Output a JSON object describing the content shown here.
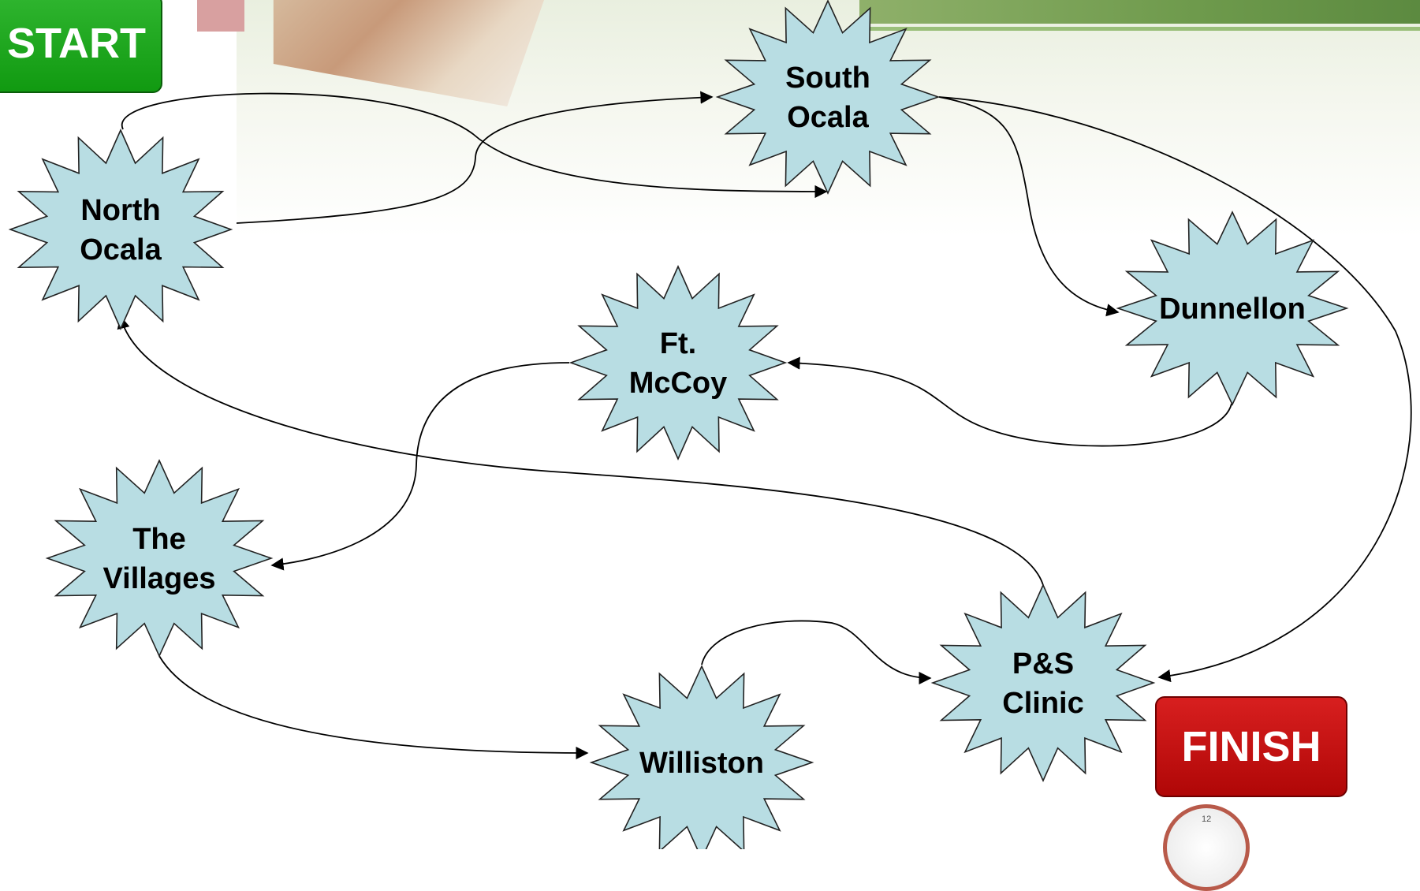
{
  "nodes": [
    {
      "id": "south-ocala",
      "lines": [
        "South",
        "Ocala"
      ]
    },
    {
      "id": "north-ocala",
      "lines": [
        "North",
        "Ocala"
      ]
    },
    {
      "id": "dunnellon",
      "lines": [
        "Dunnellon"
      ]
    },
    {
      "id": "ft-mccoy",
      "lines": [
        "Ft.",
        "McCoy"
      ]
    },
    {
      "id": "the-villages",
      "lines": [
        "The",
        "Villages"
      ]
    },
    {
      "id": "williston",
      "lines": [
        "Williston"
      ]
    },
    {
      "id": "ps-clinic",
      "lines": [
        "P&S",
        "Clinic"
      ]
    }
  ],
  "edges": [
    {
      "from": "north-ocala",
      "to": "south-ocala"
    },
    {
      "from": "north-ocala",
      "to": "south-ocala"
    },
    {
      "from": "south-ocala",
      "to": "dunnellon"
    },
    {
      "from": "south-ocala",
      "to": "ps-clinic"
    },
    {
      "from": "dunnellon",
      "to": "ft-mccoy"
    },
    {
      "from": "ft-mccoy",
      "to": "the-villages"
    },
    {
      "from": "the-villages",
      "to": "williston"
    },
    {
      "from": "williston",
      "to": "ps-clinic"
    },
    {
      "from": "ps-clinic",
      "to": "north-ocala"
    }
  ],
  "tags": {
    "start": "START",
    "finish": "FINISH"
  },
  "colors": {
    "node_fill": "#b8dde3",
    "start_tag": "#119a11",
    "finish_tag": "#c20a0a"
  }
}
